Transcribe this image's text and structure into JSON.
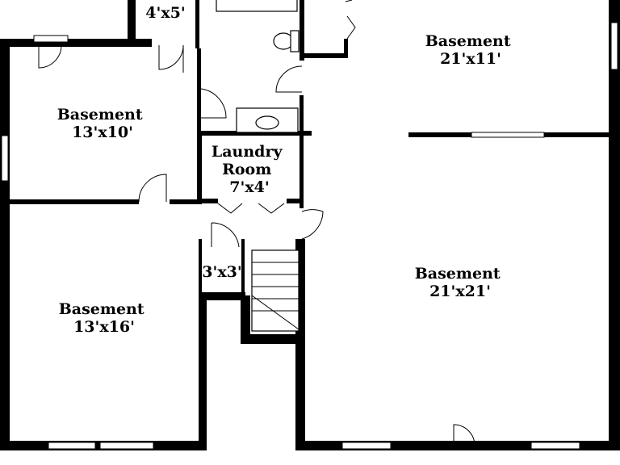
{
  "rooms": [
    {
      "id": "closet-top",
      "lines": [
        "4'x5'"
      ]
    },
    {
      "id": "basement-top-right",
      "lines": [
        "Basement",
        "21'x11'"
      ]
    },
    {
      "id": "basement-upper-left",
      "lines": [
        "Basement",
        "13'x10'"
      ]
    },
    {
      "id": "laundry-room",
      "lines": [
        "Laundry",
        "Room",
        "7'x4'"
      ]
    },
    {
      "id": "closet-small",
      "lines": [
        "3'x3'"
      ]
    },
    {
      "id": "basement-lower-left",
      "lines": [
        "Basement",
        "13'x16'"
      ]
    },
    {
      "id": "basement-lower-right",
      "lines": [
        "Basement",
        "21'x21'"
      ]
    }
  ]
}
